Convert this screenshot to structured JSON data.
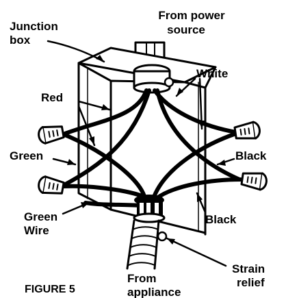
{
  "figure": {
    "caption": "FIGURE 5",
    "labels": {
      "from_power_source_line1": "From power",
      "from_power_source_line2": "source",
      "junction_box_line1": "Junction",
      "junction_box_line2": "box",
      "white": "White",
      "red": "Red",
      "green": "Green",
      "black_right": "Black",
      "black_bottom": "Black",
      "green_wire_line1": "Green",
      "green_wire_line2": "Wire",
      "strain_relief_line1": "Strain",
      "strain_relief_line2": "relief",
      "from_appliance_line1": "From",
      "from_appliance_line2": "appliance"
    }
  }
}
